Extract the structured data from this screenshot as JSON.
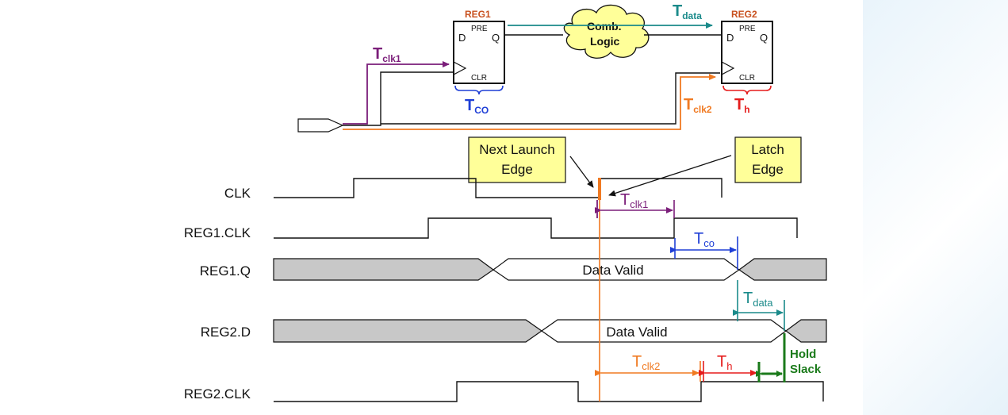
{
  "colors": {
    "purple": "#7b1e7a",
    "blue": "#1f3fd6",
    "teal": "#1a8a8a",
    "orange": "#f07a22",
    "red": "#e51c1c",
    "green": "#1a7a1a",
    "reg_title": "#c8501e",
    "cloud_fill": "#ffff99",
    "callout_fill": "#ffff99",
    "bus_fill": "#c8c8c8"
  },
  "circuit": {
    "reg1": {
      "title": "REG1",
      "pre": "PRE",
      "clr": "CLR",
      "d": "D",
      "q": "Q"
    },
    "reg2": {
      "title": "REG2",
      "pre": "PRE",
      "clr": "CLR",
      "d": "D",
      "q": "Q"
    },
    "comb_logic": {
      "line1": "Comb.",
      "line2": "Logic"
    },
    "t_data": {
      "main": "T",
      "sub": "data"
    },
    "t_clk1": {
      "main": "T",
      "sub": "clk1"
    },
    "t_clk2": {
      "main": "T",
      "sub": "clk2"
    },
    "t_co": {
      "main": "T",
      "sub": "CO"
    },
    "t_h": {
      "main": "T",
      "sub": "h"
    }
  },
  "callouts": {
    "next_launch": {
      "line1": "Next Launch",
      "line2": "Edge"
    },
    "latch": {
      "line1": "Latch",
      "line2": "Edge"
    }
  },
  "signals": {
    "clk": "CLK",
    "reg1_clk": "REG1.CLK",
    "reg1_q": "REG1.Q",
    "reg2_d": "REG2.D",
    "reg2_clk": "REG2.CLK"
  },
  "waveform_text": {
    "reg1_q_valid": "Data Valid",
    "reg2_d_valid": "Data Valid",
    "tclk1": {
      "main": "T",
      "sub": "clk1"
    },
    "tco": {
      "main": "T",
      "sub": "co"
    },
    "tdata": {
      "main": "T",
      "sub": "data"
    },
    "tclk2": {
      "main": "T",
      "sub": "clk2"
    },
    "th": {
      "main": "T",
      "sub": "h"
    },
    "hold_slack": {
      "line1": "Hold",
      "line2": "Slack"
    }
  }
}
